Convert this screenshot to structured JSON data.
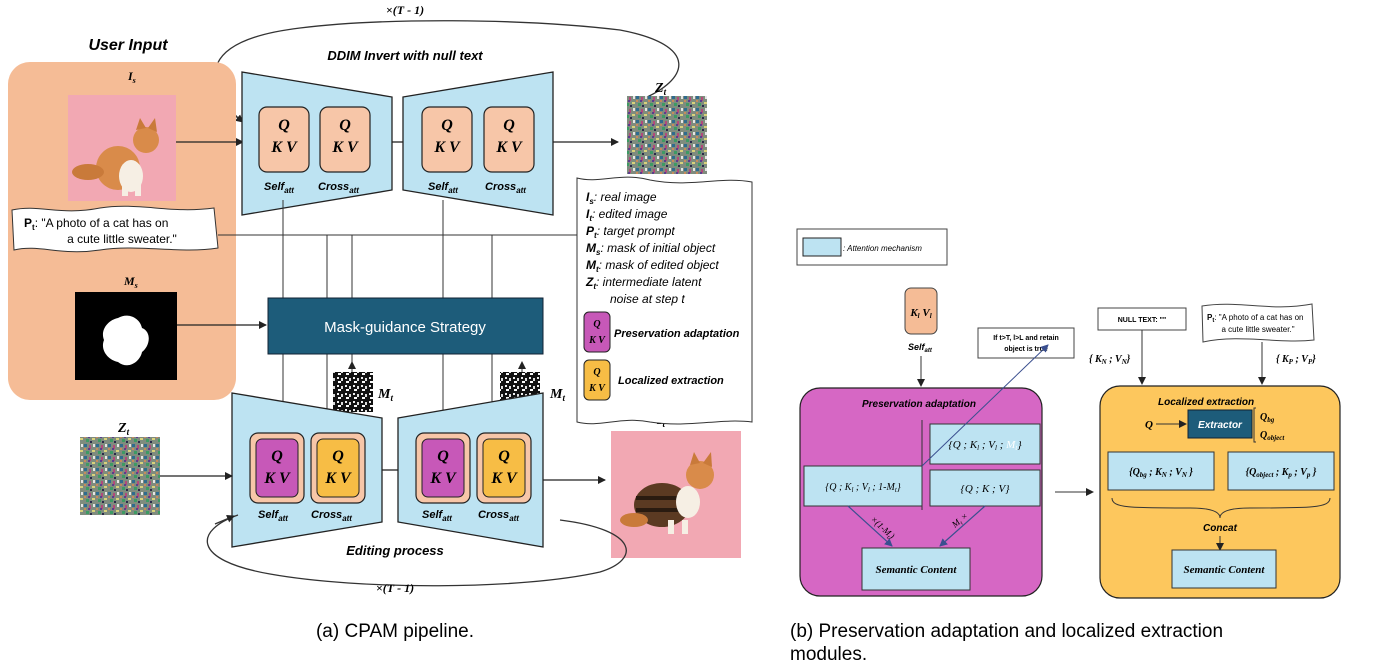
{
  "left_panel": {
    "user_input_title": "User Input",
    "image_label_main": "I",
    "image_label_sub": "s",
    "prompt_label_main": "P",
    "prompt_label_sub": "t",
    "prompt_line1": ": \"A photo of a cat has on",
    "prompt_line2": "a cute little sweater.\"",
    "mask_label_main": "M",
    "mask_label_sub": "s",
    "noise_label_main": "Z",
    "noise_label_sub": "t",
    "loop_label_top": "×(T - 1)",
    "loop_label_bottom": "×(T - 1)",
    "invert_title": "DDIM Invert with null text",
    "editing_title": "Editing process",
    "mask_strategy_label": "Mask-guidance Strategy",
    "mt_label_main": "M",
    "mt_label_sub": "t",
    "zt_out_main": "Z",
    "zt_out_sub": "t",
    "it_out_main": "I",
    "it_out_sub": "t",
    "attn_q": "Q",
    "attn_kv": "K V",
    "self_main": "Self",
    "cross_main": "Cross",
    "att_sub": "att",
    "legend": [
      {
        "key": "I",
        "sub": "s",
        "text": ": real image"
      },
      {
        "key": "I",
        "sub": "t",
        "text": ": edited image"
      },
      {
        "key": "P",
        "sub": "t",
        "text": ": target prompt"
      },
      {
        "key": "M",
        "sub": "s",
        "text": ": mask of initial object"
      },
      {
        "key": "M",
        "sub": "t",
        "text": ": mask of edited object"
      },
      {
        "key": "Z",
        "sub": "t",
        "text": ": intermediate latent"
      }
    ],
    "legend_cont": "noise at step t",
    "legend_preservation": "Preservation adaptation",
    "legend_localized": "Localized extraction",
    "caption": "(a) CPAM pipeline."
  },
  "right_panel": {
    "attention_legend": ": Attention mechanism",
    "kv_main": "K",
    "kv_sub": "l",
    "kv_v": "V",
    "self_main": "Self",
    "self_sub": "att",
    "condition_line1": "If t>T, l>L and retain",
    "condition_line2": "object is true",
    "null_text": "NULL TEXT: \"\"",
    "prompt_main": "P",
    "prompt_sub": "t",
    "prompt_line1": ": \"A photo of a cat has on",
    "prompt_line2": "a cute little sweater.\"",
    "kn_vn": "{ K",
    "kp_vp": "{ K",
    "preservation_title": "Preservation adaptation",
    "pres_box1": "{Q ; K",
    "pres_box2": "{Q ; K",
    "pres_box3": "{Q ; K ; V}",
    "mult1": "×(1-M",
    "mult2": "M",
    "semantic_content": "Semantic Content",
    "localized_title": "Localized extraction",
    "extractor": "Extractor",
    "q": "Q",
    "q_bg": "Q",
    "q_object": "Q",
    "loc_box1": "{Q",
    "loc_box2": "{Q",
    "concat": "Concat",
    "semantic_content2": "Semantic Content",
    "caption_line1": "(b)  Preservation adaptation and localized extraction",
    "caption_line2": "modules."
  },
  "colors": {
    "orange_panel": "#f5bc96",
    "attention_blue": "#bde3f2",
    "strategy_blue": "#1d5c7a",
    "preservation_purple": "#d667c4",
    "localized_yellow": "#fdc75d",
    "magenta_block": "#c758b8",
    "yellow_block": "#f7bd45",
    "peach_block": "#f7c6a8",
    "pink_bg": "#f2a8b3"
  }
}
